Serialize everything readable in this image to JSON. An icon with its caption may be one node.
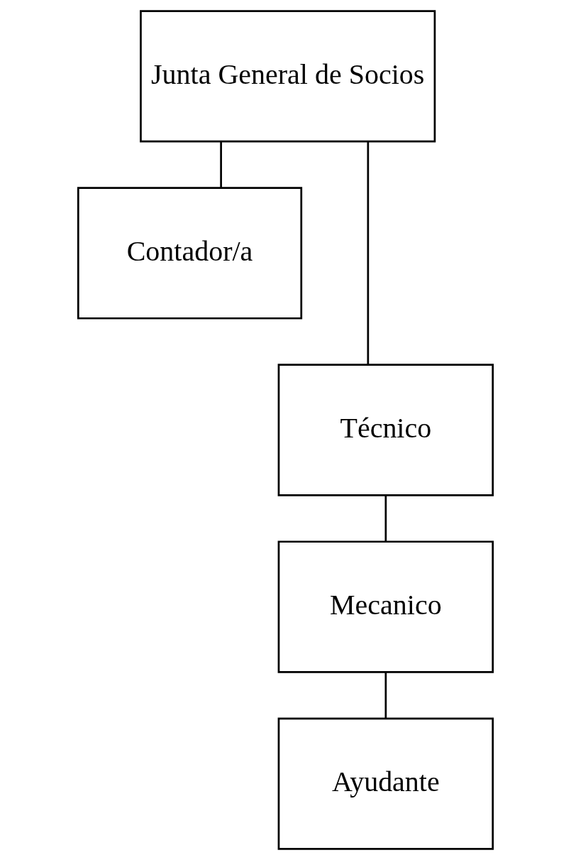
{
  "diagram": {
    "nodes": [
      {
        "text": [
          "Junta General de Socios"
        ]
      },
      {
        "text": [
          "Contador/a"
        ]
      },
      {
        "text": [
          "Técnico"
        ]
      },
      {
        "text": [
          "Mecanico"
        ]
      },
      {
        "text": [
          "Ayudante"
        ]
      }
    ],
    "edges": [
      {
        "from": 0,
        "to": 1,
        "arrow": "none"
      },
      {
        "from": 0,
        "to": 2,
        "arrow": "none"
      },
      {
        "from": 2,
        "to": 3,
        "arrow": "none"
      },
      {
        "from": 3,
        "to": 4,
        "arrow": "none"
      }
    ]
  }
}
